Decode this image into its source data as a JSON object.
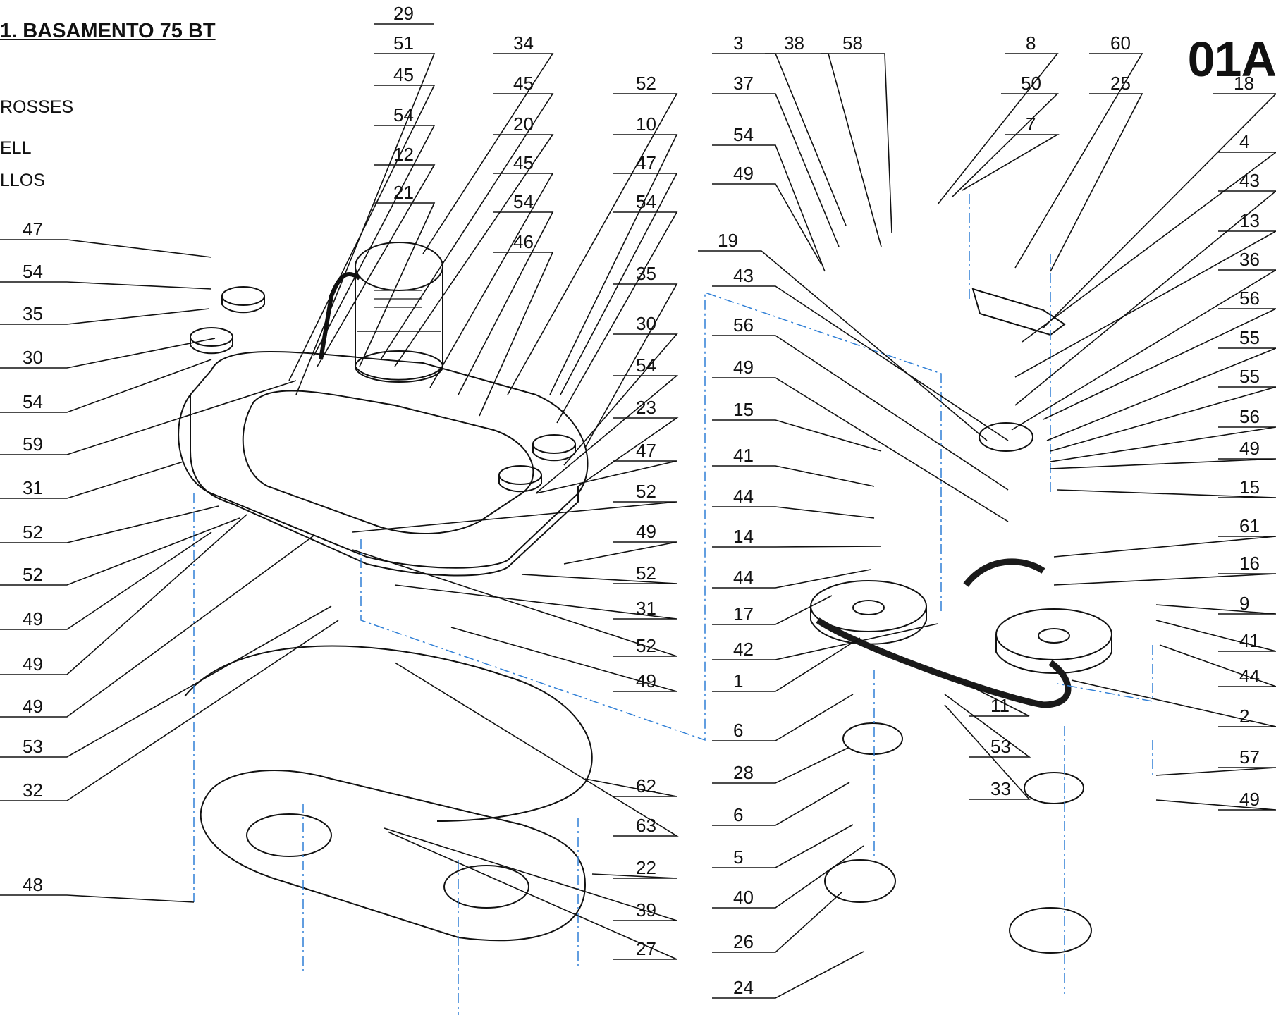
{
  "header": {
    "title": "1. BASAMENTO 75 BT",
    "code": "01A",
    "legend": [
      "ROSSES",
      "ELL",
      "LLOS"
    ]
  },
  "callouts": {
    "left": [
      "47",
      "54",
      "35",
      "30",
      "54",
      "59",
      "31",
      "52",
      "52",
      "49",
      "49",
      "49",
      "53",
      "32",
      "48"
    ],
    "top": [
      "29",
      "51",
      "45",
      "54",
      "12",
      "21",
      "34",
      "45",
      "20",
      "45",
      "54",
      "46",
      "52",
      "10",
      "47",
      "54",
      "35",
      "30",
      "54",
      "23",
      "47",
      "52",
      "49",
      "52",
      "31",
      "52",
      "49",
      "62",
      "63",
      "22",
      "39",
      "27"
    ],
    "mid": [
      "3",
      "38",
      "58",
      "37",
      "54",
      "49",
      "19",
      "43",
      "56",
      "49",
      "15",
      "41",
      "44",
      "14",
      "44",
      "17",
      "42",
      "1",
      "6",
      "28",
      "6",
      "5",
      "40",
      "26",
      "24"
    ],
    "right": [
      "8",
      "60",
      "50",
      "25",
      "7",
      "18",
      "4",
      "43",
      "13",
      "36",
      "56",
      "55",
      "55",
      "56",
      "49",
      "15",
      "61",
      "16",
      "9",
      "41",
      "44",
      "2",
      "11",
      "53",
      "33",
      "57",
      "49"
    ]
  },
  "colors": {
    "ink": "#111111",
    "centerline": "#2f7fd6",
    "belt": "#1a1a1a"
  }
}
